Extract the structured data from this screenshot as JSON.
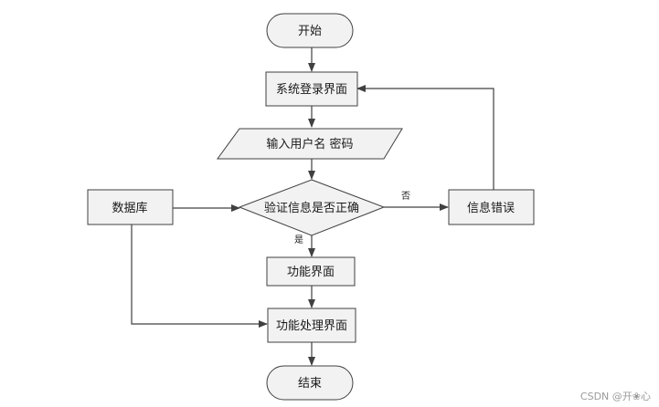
{
  "nodes": {
    "start": "开始",
    "login": "系统登录界面",
    "input": "输入用户名 密码",
    "verify": "验证信息是否正确",
    "database": "数据库",
    "error": "信息错误",
    "function": "功能界面",
    "process": "功能处理界面",
    "end": "结束"
  },
  "edges": {
    "no_label": "否",
    "yes_label": "是"
  },
  "watermark": "CSDN @开❀心"
}
